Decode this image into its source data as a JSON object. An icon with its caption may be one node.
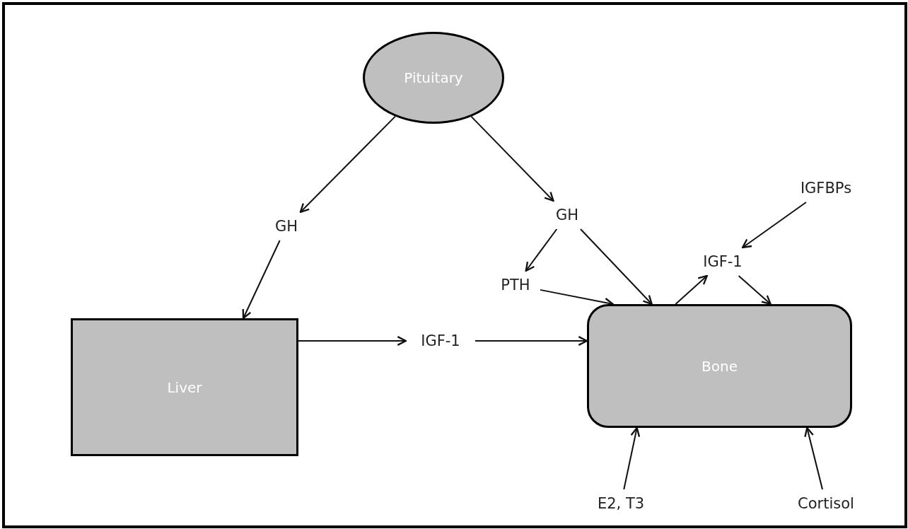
{
  "diagram": {
    "nodes": [
      {
        "text": [
          "Pituitary"
        ]
      },
      {
        "text": [
          "GH"
        ]
      },
      {
        "text": [
          "GH"
        ]
      },
      {
        "text": [
          "IGFBPs"
        ]
      },
      {
        "text": [
          "PTH"
        ]
      },
      {
        "text": [
          "IGF-1"
        ]
      },
      {
        "text": [
          "Liver"
        ]
      },
      {
        "text": [
          "IGF-1"
        ]
      },
      {
        "text": [
          "Bone"
        ]
      },
      {
        "text": [
          "E2, T3"
        ]
      },
      {
        "text": [
          "Cortisol"
        ]
      }
    ],
    "edges": [
      {
        "from": 0,
        "to": 1,
        "arrow": "to"
      },
      {
        "from": 1,
        "to": 6,
        "arrow": "to"
      },
      {
        "from": 0,
        "to": 2,
        "arrow": "to"
      },
      {
        "from": 2,
        "to": 4,
        "arrow": "to"
      },
      {
        "from": 2,
        "to": 8,
        "arrow": "to"
      },
      {
        "from": 4,
        "to": 8,
        "arrow": "to"
      },
      {
        "from": 8,
        "to": 5,
        "arrow": "to"
      },
      {
        "from": 3,
        "to": 5,
        "arrow": "to"
      },
      {
        "from": 5,
        "to": 8,
        "arrow": "to"
      },
      {
        "from": 6,
        "to": 7,
        "arrow": "to"
      },
      {
        "from": 7,
        "to": 8,
        "arrow": "to"
      },
      {
        "from": 9,
        "to": 8,
        "arrow": "to"
      },
      {
        "from": 10,
        "to": 8,
        "arrow": "to"
      }
    ]
  }
}
